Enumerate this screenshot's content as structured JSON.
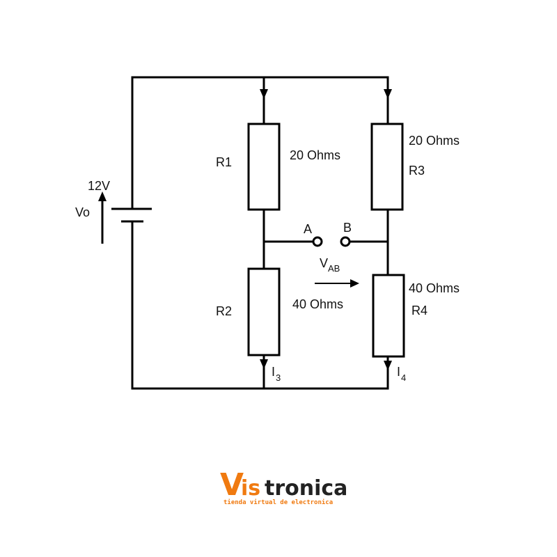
{
  "circuit": {
    "source_voltage": "12V",
    "source_name": "Vo",
    "resistors": [
      {
        "name": "R1",
        "value": "20 Ohms"
      },
      {
        "name": "R2",
        "value": "40 Ohms"
      },
      {
        "name": "R3",
        "value": "20 Ohms"
      },
      {
        "name": "R4",
        "value": "40 Ohms"
      }
    ],
    "node_a": "A",
    "node_b": "B",
    "vab_main": "V",
    "vab_sub": "AB",
    "current_3_main": "I",
    "current_3_sub": "3",
    "current_4_main": "I",
    "current_4_sub": "4"
  },
  "logo": {
    "v": "V",
    "is": "is",
    "rest": "tronica",
    "tagline": "tienda virtual de electronica",
    "colors": {
      "orange": "#f07a10",
      "dark": "#222222"
    }
  }
}
